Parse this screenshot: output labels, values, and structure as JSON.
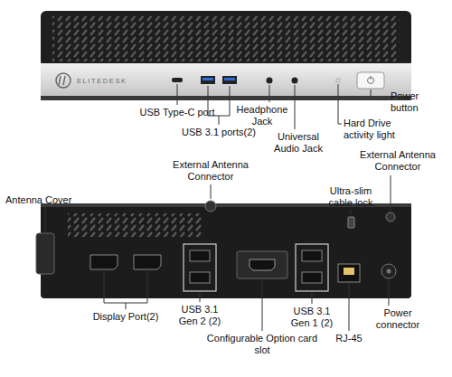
{
  "diagram": {
    "labels": [
      "ELITEDESK",
      "USB Type-C port",
      "USB 3.1 ports(2)",
      "Headphone Jack",
      "Universal Audio Jack",
      "Hard Drive activity light",
      "Power button",
      "Antenna Cover",
      "External Antenna Connector",
      "Ultra-slim cable lock",
      "External Antenna Connector",
      "Display Port(2)",
      "USB 3.1 Gen 2 (2)",
      "Configurable Option card slot",
      "USB 3.1 Gen 1 (2)",
      "RJ-45",
      "Power connector"
    ]
  }
}
